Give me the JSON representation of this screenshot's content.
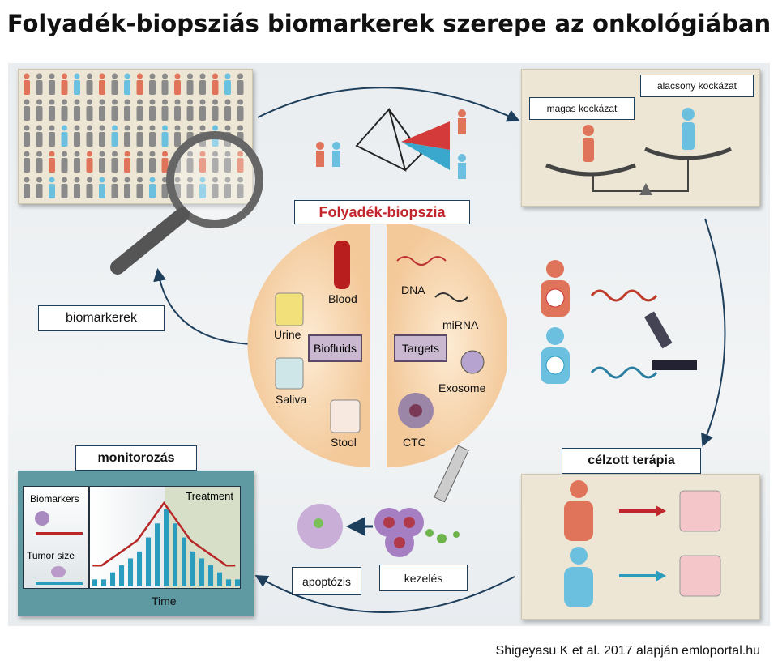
{
  "title": "Folyadék-biopsziás biomarkerek szerepe az onkológiában",
  "center": {
    "title": "Folyadék-biopszia",
    "left_tag": "Biofluids",
    "right_tag": "Targets",
    "left_items": [
      "Blood",
      "Urine",
      "Saliva",
      "Stool"
    ],
    "right_items": [
      "DNA",
      "miRNA",
      "Exosome",
      "CTC"
    ]
  },
  "risk": {
    "low": "alacsony kockázat",
    "high": "magas kockázat"
  },
  "labels": {
    "biomarkers": "biomarkerek",
    "targeted": "célzott terápia",
    "monitoring": "monitorozás",
    "apoptosis": "apoptózis",
    "treatment": "kezelés"
  },
  "monitor_chart": {
    "biomarkers": "Biomarkers",
    "tumor_size": "Tumor size",
    "treatment": "Treatment",
    "xlabel": "Time",
    "bars": [
      1,
      1,
      2,
      3,
      4,
      5,
      7,
      9,
      11,
      9,
      7,
      5,
      4,
      3,
      2,
      1,
      1
    ]
  },
  "colors": {
    "red": "#c0392b",
    "blue": "#2a9dbf",
    "navy": "#1e3f5c",
    "peach": "#f7d3a8"
  },
  "footer": "Shigeyasu K et al. 2017 alapján emloportal.hu"
}
